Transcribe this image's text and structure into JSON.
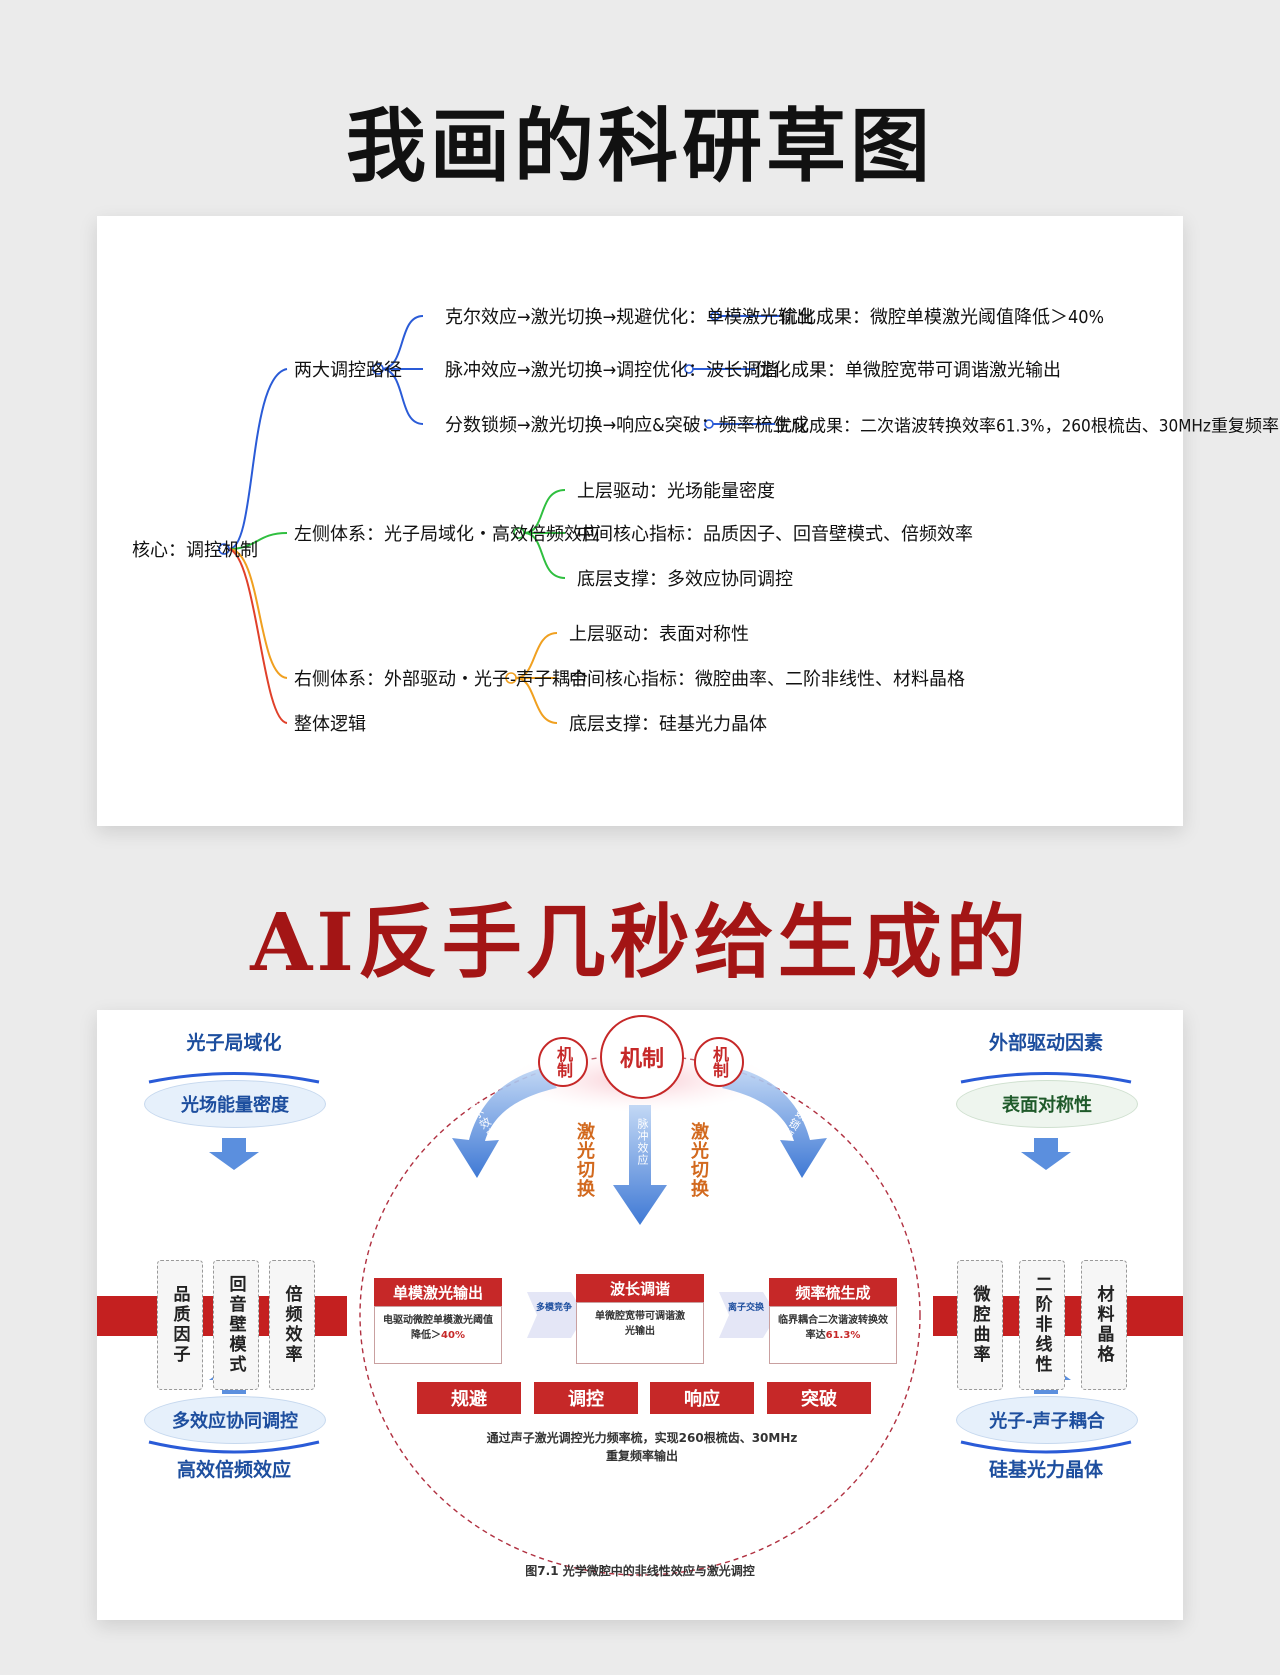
{
  "titles": {
    "top": "我画的科研草图",
    "bottom": "AI反手几秒给生成的"
  },
  "mindmap": {
    "root": "核心：调控机制",
    "branch1": {
      "label": "两大调控路径",
      "children": [
        {
          "text": "克尔效应→激光切换→规避优化：单模激光输出",
          "result": "优化成果：微腔单模激光阈值降低＞40%"
        },
        {
          "text": "脉冲效应→激光切换→调控优化：波长调谐",
          "result": "优化成果：单微腔宽带可调谐激光输出"
        },
        {
          "text": "分数锁频→激光切换→响应&突破：频率梳生成",
          "result": "优化成果：二次谐波转换效率61.3%，260根梳齿、30MHz重复频率"
        }
      ]
    },
    "branch2": {
      "label": "左侧体系：光子局域化・高效倍频效应",
      "children": [
        "上层驱动：光场能量密度",
        "中间核心指标：品质因子、回音壁模式、倍频效率",
        "底层支撑：多效应协同调控"
      ]
    },
    "branch3": {
      "label": "右侧体系：外部驱动・光子-声子耦合",
      "children": [
        "上层驱动：表面对称性",
        "中间核心指标：微腔曲率、二阶非线性、材料晶格",
        "底层支撑：硅基光力晶体"
      ]
    },
    "branch4": {
      "label": "整体逻辑"
    }
  },
  "diagram": {
    "left": {
      "heading": "光子局域化",
      "top_ellipse": "光场能量密度",
      "boxes": [
        "品质因子",
        "回音壁模式",
        "倍频效率"
      ],
      "bottom_ellipse": "多效应协同调控",
      "footer": "高效倍频效应"
    },
    "right": {
      "heading": "外部驱动因素",
      "top_ellipse": "表面对称性",
      "boxes": [
        "微腔曲率",
        "二阶非线性",
        "材料晶格"
      ],
      "bottom_ellipse": "光子-声子耦合",
      "footer": "硅基光力晶体"
    },
    "center": {
      "main_circle": "机制",
      "side_circle_left": "机制",
      "side_circle_right": "机制",
      "arrow_left": "克尔效应",
      "arrow_mid": "脉冲效应",
      "arrow_right": "分数锁频",
      "switch_left": "激光切换",
      "switch_right": "激光切换",
      "boxes": [
        {
          "title": "单模激光输出",
          "body_a": "电驱动微腔单模激光阈值",
          "body_b": "降低＞",
          "highlight": "40%"
        },
        {
          "title": "波长调谐",
          "body_a": "单微腔宽带可调谐激",
          "body_b": "光输出",
          "highlight": ""
        },
        {
          "title": "频率梳生成",
          "body_a": "临界耦合二次谐波转换效",
          "body_b": "率达",
          "highlight": "61.3%"
        }
      ],
      "connector_left": "多模竞争",
      "connector_right": "离子交换",
      "actions": [
        "规避",
        "调控",
        "响应",
        "突破"
      ],
      "summary_line1": "通过声子激光调控光力频率梳，实现260根梳齿、30MHz",
      "summary_line2": "重复频率输出"
    },
    "caption": "图7.1 光学微腔中的非线性效应与激光调控"
  },
  "colors": {
    "blue": "#2a5bd7",
    "green": "#2fbf3f",
    "orange": "#f0a020",
    "red": "#e0402a",
    "accent_red": "#c62828"
  }
}
